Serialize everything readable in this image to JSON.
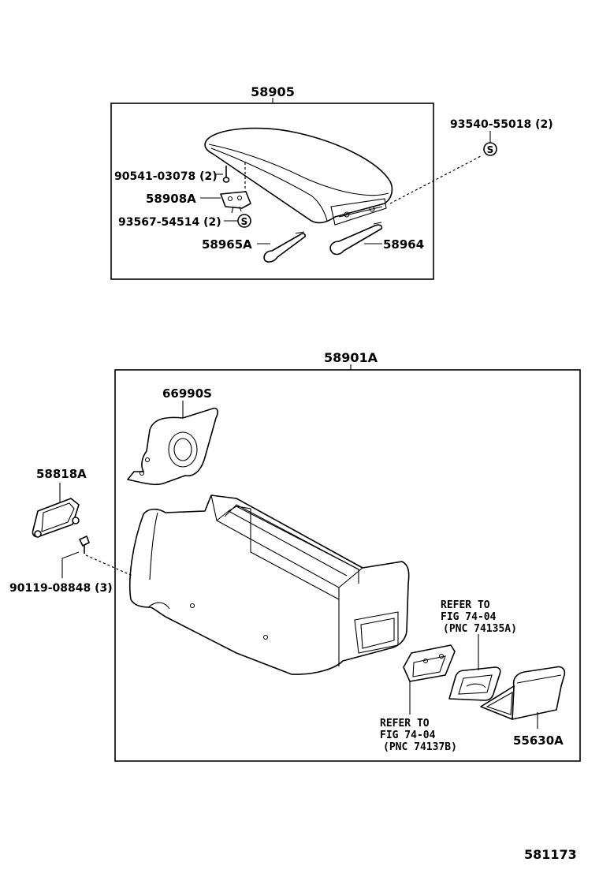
{
  "assemblies": {
    "top": "58905",
    "bottom": "58901A"
  },
  "labels": {
    "screw_a": "90541-03078 (2)",
    "hinge": "58908A",
    "screw_b": "93567-54514 (2)",
    "screw_c": "93540-55018 (2)",
    "spring_a": "58965A",
    "spring_b": "58964",
    "cover_a": "66990S",
    "plate": "58818A",
    "screw_d": "90119-08848 (3)",
    "tray": "55630A",
    "symbol_s": "S"
  },
  "refer_a": {
    "line1": "REFER TO",
    "line2": "FIG 74-04",
    "line3": "(PNC 74135A)"
  },
  "refer_b": {
    "line1": "REFER TO",
    "line2": "FIG 74-04",
    "line3": "(PNC 74137B)"
  },
  "figure_number": "581173"
}
